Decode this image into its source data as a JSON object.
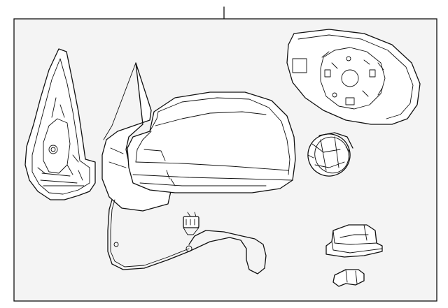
{
  "diagram": {
    "background": "#ffffff",
    "panel_fill": "#f4f4f4",
    "line_color": "#111111",
    "parts": [
      {
        "id": "mirror-assembly",
        "icon": "side-mirror-assembly-icon"
      },
      {
        "id": "cover-trim",
        "icon": "mirror-cover-trim-icon"
      },
      {
        "id": "mirror-glass",
        "icon": "mirror-glass-icon"
      },
      {
        "id": "motor-actuator",
        "icon": "mirror-motor-icon"
      },
      {
        "id": "signal-lamp",
        "icon": "turn-signal-lamp-icon"
      },
      {
        "id": "bulb",
        "icon": "bulb-icon"
      }
    ]
  }
}
